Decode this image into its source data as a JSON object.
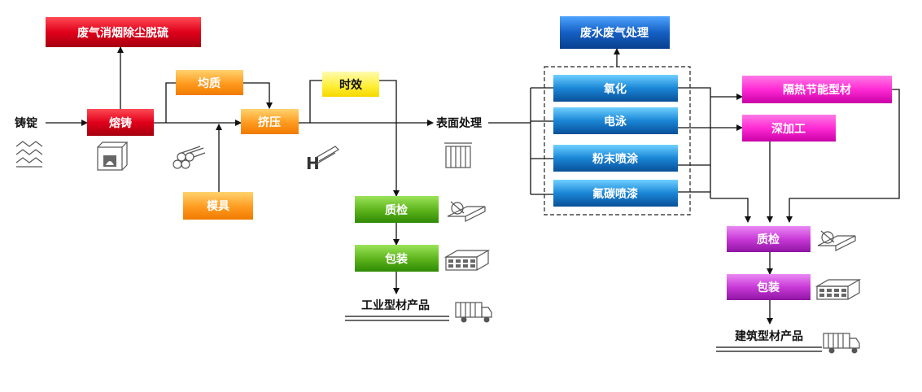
{
  "colors": {
    "red": "#e0001a",
    "orange": "#ff9a1f",
    "yellow": "#ffee33",
    "green": "#5bb21a",
    "blue": "#1a86d6",
    "navy": "#1560c4",
    "magenta": "#ff2ad4",
    "violet": "#c93ad8"
  },
  "nodes": {
    "exhaust_treatment": "废气消烟除尘脱硫",
    "ingot": "铸锭",
    "melting": "熔铸",
    "homogenize": "均质",
    "extrusion": "挤压",
    "mold": "模具",
    "aging": "时效",
    "qc_industrial": "质检",
    "pack_industrial": "包装",
    "industrial_product": "工业型材产品",
    "surface_treatment": "表面处理",
    "wastewater_treatment": "废水废气处理",
    "oxidation": "氧化",
    "electrophoresis": "电泳",
    "powder_coating": "粉末喷涂",
    "fluorocarbon_coating": "氟碳喷漆",
    "thermal_break": "隔热节能型材",
    "deep_processing": "深加工",
    "qc_building": "质检",
    "pack_building": "包装",
    "building_product": "建筑型材产品"
  },
  "icons": [
    "ingot-stack-icon",
    "furnace-icon",
    "billet-logs-icon",
    "h-profile-icon",
    "inspection-device-icon",
    "package-bundle-icon",
    "delivery-truck-icon",
    "treatment-tank-icon"
  ]
}
